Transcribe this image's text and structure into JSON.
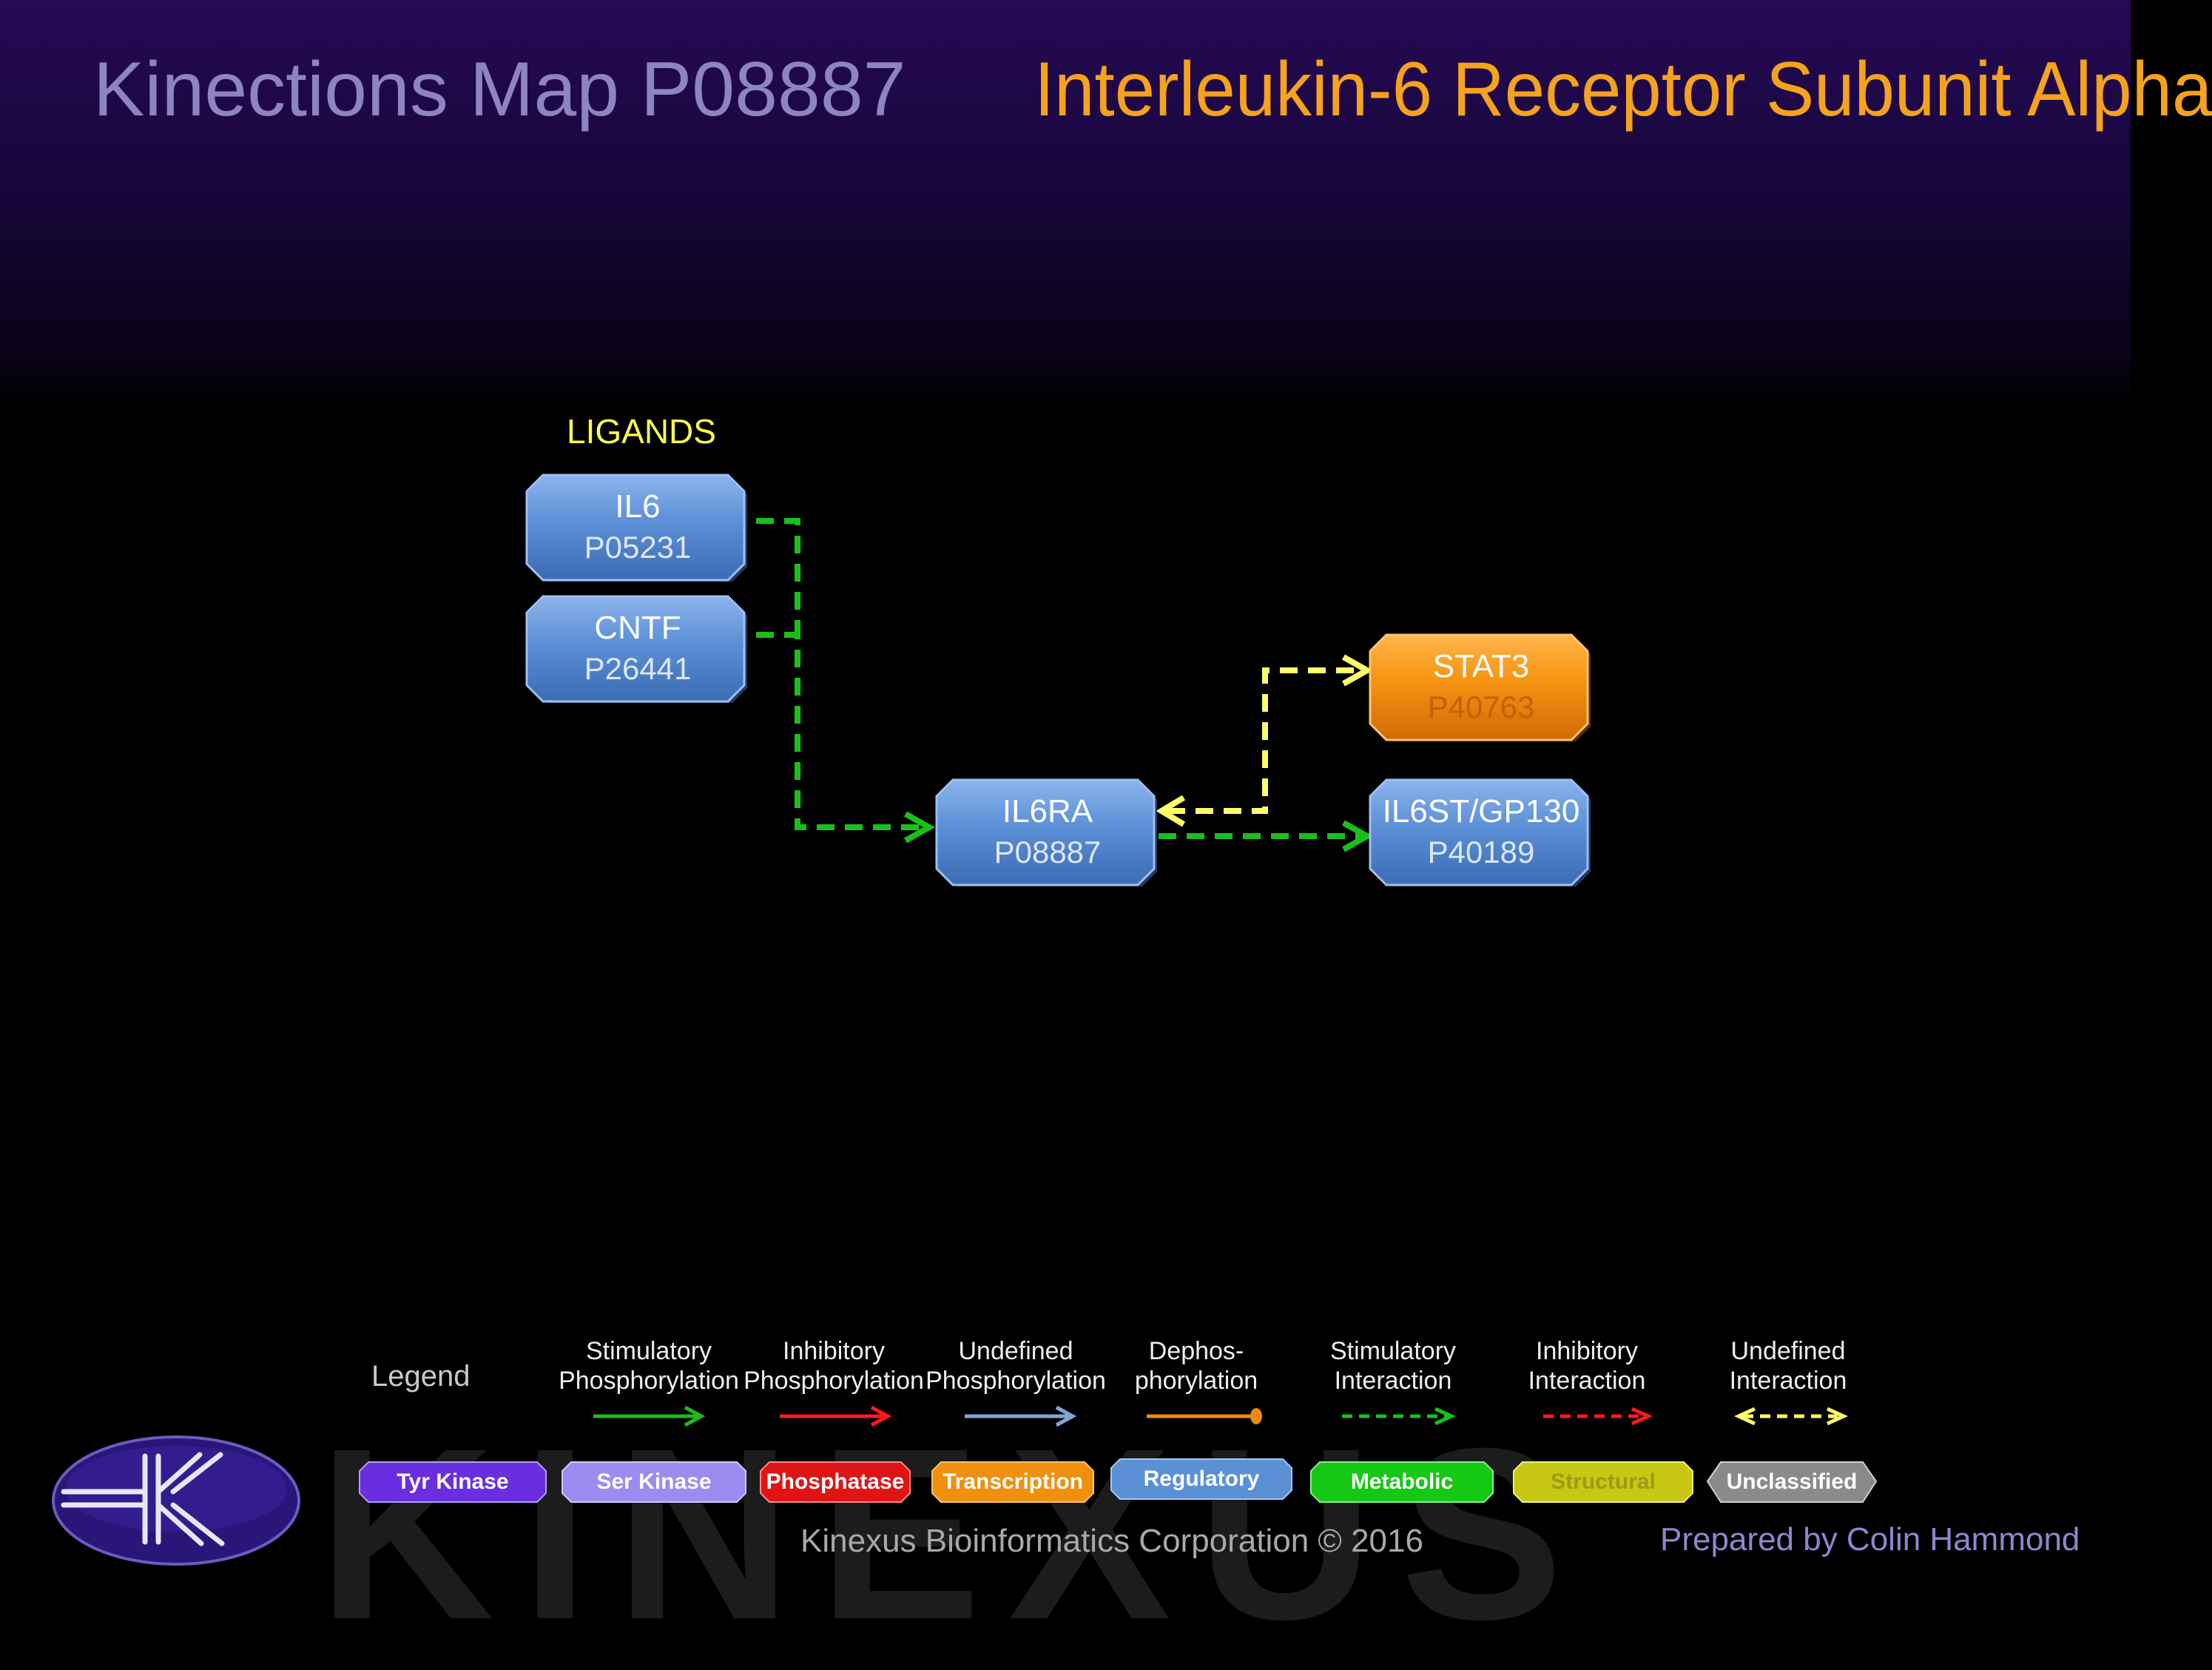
{
  "header": {
    "title": "Kinections Map P08887",
    "protein_name": "Interleukin-6 Receptor Subunit Alpha"
  },
  "section_label": "LIGANDS",
  "nodes": [
    {
      "id": "il6",
      "name": "IL6",
      "accession": "P05231",
      "category": "Regulatory"
    },
    {
      "id": "cntf",
      "name": "CNTF",
      "accession": "P26441",
      "category": "Regulatory"
    },
    {
      "id": "il6ra",
      "name": "IL6RA",
      "accession": "P08887",
      "category": "Regulatory"
    },
    {
      "id": "stat3",
      "name": "STAT3",
      "accession": "P40763",
      "category": "Transcription"
    },
    {
      "id": "il6st",
      "name": "IL6ST/GP130",
      "accession": "P40189",
      "category": "Regulatory"
    }
  ],
  "edges": [
    {
      "from": "IL6",
      "to": "IL6RA",
      "type": "Stimulatory Interaction"
    },
    {
      "from": "CNTF",
      "to": "IL6RA",
      "type": "Stimulatory Interaction"
    },
    {
      "from": "IL6RA",
      "to": "IL6ST/GP130",
      "type": "Stimulatory Interaction"
    },
    {
      "from": "IL6RA",
      "to": "STAT3",
      "type": "Undefined Interaction",
      "bidirectional": true
    }
  ],
  "legend": {
    "title": "Legend",
    "edge_types": [
      {
        "line1": "Stimulatory",
        "line2": "Phosphorylation",
        "color": "#1fb81f",
        "style": "solid-arrow"
      },
      {
        "line1": "Inhibitory",
        "line2": "Phosphorylation",
        "color": "#ff1a1a",
        "style": "solid-arrow"
      },
      {
        "line1": "Undefined",
        "line2": "Phosphorylation",
        "color": "#7fa6d6",
        "style": "solid-arrow"
      },
      {
        "line1": "Dephos-",
        "line2": "phorylation",
        "color": "#f08a10",
        "style": "solid-dot"
      },
      {
        "line1": "Stimulatory",
        "line2": "Interaction",
        "color": "#19c019",
        "style": "dashed-arrow"
      },
      {
        "line1": "Inhibitory",
        "line2": "Interaction",
        "color": "#ff1a1a",
        "style": "dashed-arrow"
      },
      {
        "line1": "Undefined",
        "line2": "Interaction",
        "color": "#ffff66",
        "style": "dashed-double-arrow"
      }
    ],
    "node_types": [
      {
        "label": "Tyr Kinase",
        "color": "#6a2ee0"
      },
      {
        "label": "Ser Kinase",
        "color": "#9a8cf0"
      },
      {
        "label": "Phosphatase",
        "color": "#e01414"
      },
      {
        "label": "Transcription",
        "color": "#f0900e"
      },
      {
        "label": "Regulatory",
        "color": "#5b8fd6"
      },
      {
        "label": "Metabolic",
        "color": "#14c814"
      },
      {
        "label": "Structural",
        "color": "#c8c814"
      },
      {
        "label": "Unclassified",
        "color": "#8a8a8a"
      }
    ]
  },
  "footer": {
    "copyright": "Kinexus Bioinformatics Corporation © 2016",
    "prepared_by": "Prepared by  Colin Hammond",
    "watermark": "KINEXUS"
  },
  "colors": {
    "title_left": "#8e84c2",
    "title_right": "#f5a31b",
    "regulatory_node": "#5b8fd6",
    "transcription_node": "#f0900e",
    "stimulatory_interaction": "#19c019",
    "undefined_interaction": "#ffff66"
  }
}
